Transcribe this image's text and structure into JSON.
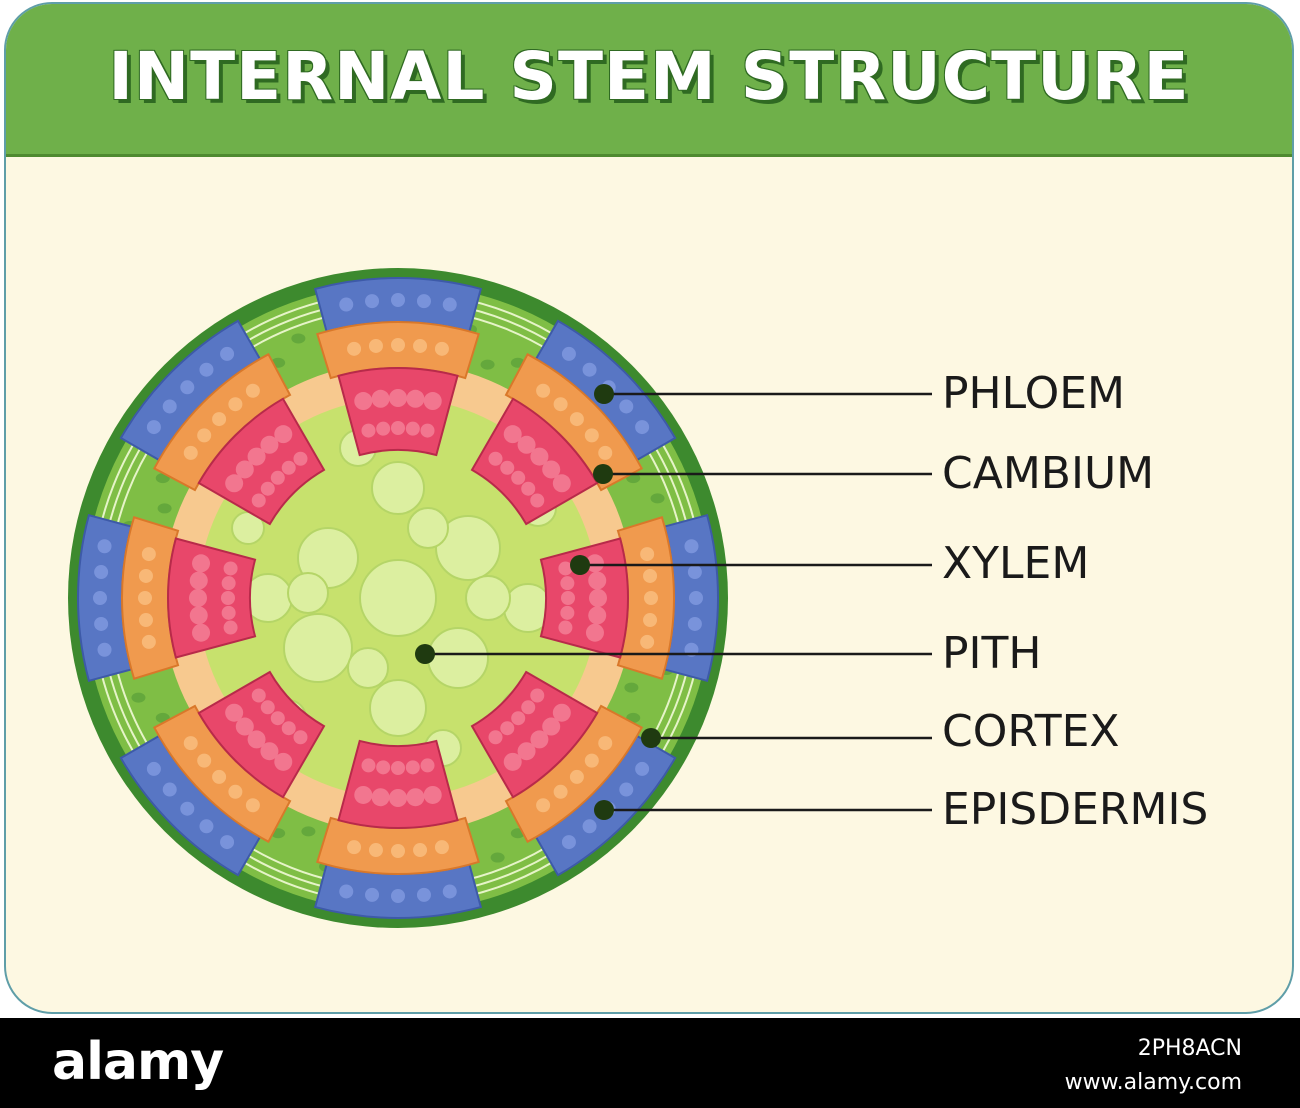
{
  "title": "INTERNAL STEM STRUCTURE",
  "labels": {
    "phloem": "PHLOEM",
    "cambium": "CAMBIUM",
    "xylem": "XYLEM",
    "pith": "PITH",
    "cortex": "CORTEX",
    "epidermis": "EPISDERMIS"
  },
  "footer": {
    "brand": "alamy",
    "image_id": "2PH8ACN",
    "site": "www.alamy.com"
  },
  "colors": {
    "header": "#6fb04a",
    "background": "#fdf8e2",
    "border": "#5f9ea8",
    "epidermis": "#3d8a2e",
    "cortex": "#7fbe45",
    "pith": "#c7e16d",
    "phloem": "#5876c4",
    "cambium": "#f09a4e",
    "xylem": "#e8476a",
    "ring": "#f7c98f"
  }
}
